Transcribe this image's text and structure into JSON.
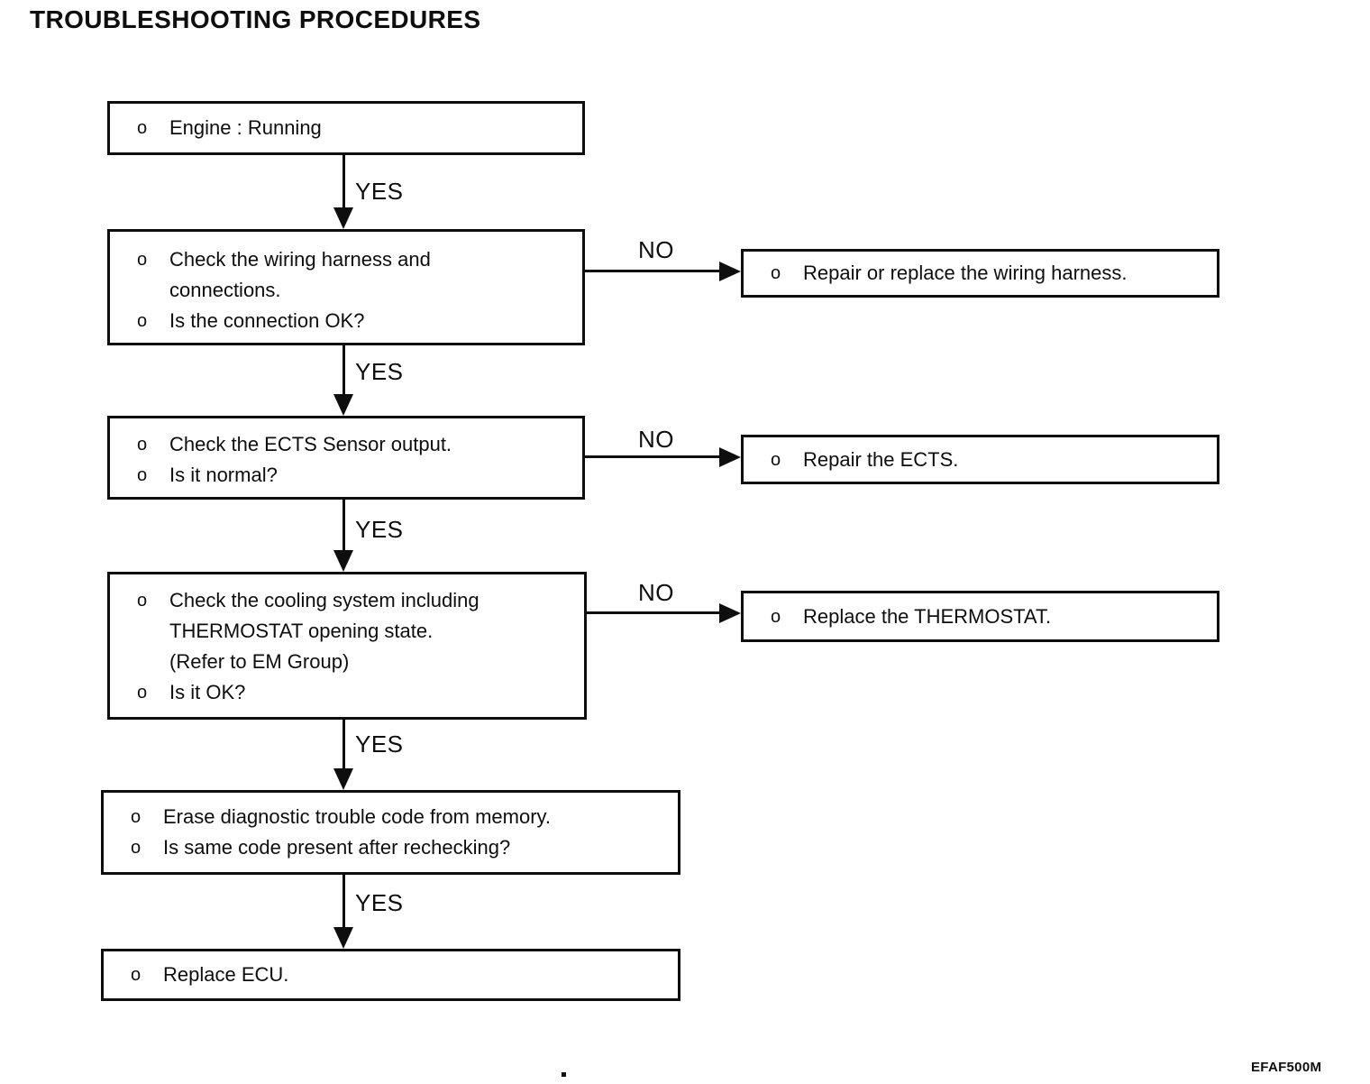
{
  "title": "TROUBLESHOOTING PROCEDURES",
  "footer_code": "EFAF500M",
  "labels": {
    "yes": "YES",
    "no": "NO",
    "bullet": "o"
  },
  "flow": {
    "step1": {
      "line1": "Engine : Running"
    },
    "step2": {
      "line1": "Check the wiring harness and",
      "line2": "connections.",
      "line3": "Is the connection OK?"
    },
    "step3": {
      "line1": "Check the ECTS Sensor output.",
      "line2": "Is it normal?"
    },
    "step4": {
      "line1": "Check the cooling system including",
      "line2": "THERMOSTAT opening state.",
      "line3": "(Refer to EM Group)",
      "line4": "Is it OK?"
    },
    "step5": {
      "line1": "Erase diagnostic trouble code from memory.",
      "line2": "Is same code present after rechecking?"
    },
    "step6": {
      "line1": "Replace ECU."
    },
    "fix1": {
      "line1": "Repair or replace the wiring harness."
    },
    "fix2": {
      "line1": "Repair the ECTS."
    },
    "fix3": {
      "line1": "Replace the THERMOSTAT."
    }
  }
}
